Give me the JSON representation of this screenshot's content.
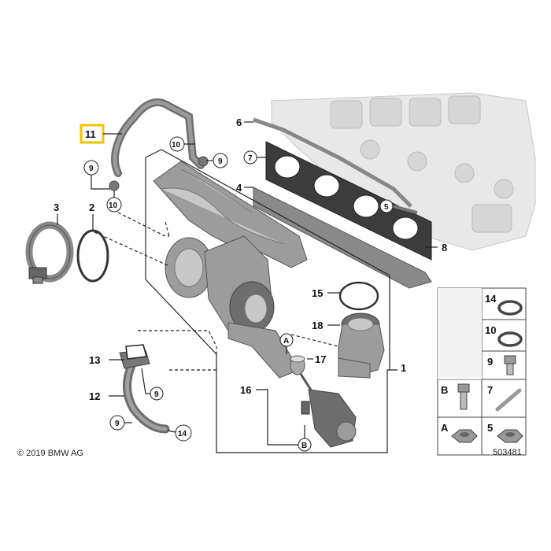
{
  "callouts": {
    "c1": "1",
    "c2": "2",
    "c3": "3",
    "c4": "4",
    "c5": "5",
    "c6": "6",
    "c7": "7",
    "c8": "8",
    "c9a": "9",
    "c9b": "9",
    "c9c": "9",
    "c9d": "9",
    "c10a": "10",
    "c10b": "10",
    "c11": "11",
    "c12": "12",
    "c13": "13",
    "c14": "14",
    "c15": "15",
    "c16": "16",
    "c17": "17",
    "c18": "18",
    "cA1": "A",
    "cB1": "B"
  },
  "legend": {
    "l14": "14",
    "l10": "10",
    "l9": "9",
    "lB": "B",
    "l7": "7",
    "lA": "A",
    "l5": "5"
  },
  "copyright": "© 2019 BMW AG",
  "diagram_number": "503481",
  "highlight_color": "#f2c300"
}
